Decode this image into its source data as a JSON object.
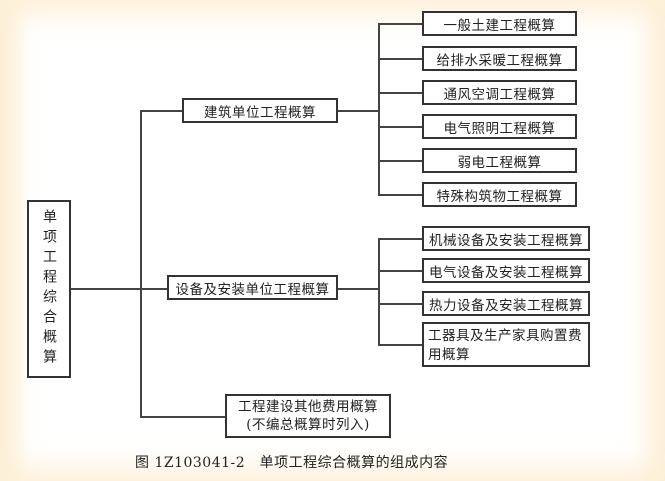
{
  "root": "单项工程综合概算",
  "level2": [
    {
      "label": "建筑单位工程概算",
      "children": [
        "一般土建工程概算",
        "给排水采暖工程概算",
        "通风空调工程概算",
        "电气照明工程概算",
        "弱电工程概算",
        "特殊构筑物工程概算"
      ]
    },
    {
      "label": "设备及安装单位工程概算",
      "children": [
        "机械设备及安装工程概算",
        "电气设备及安装工程概算",
        "热力设备及安装工程概算",
        "工器具及生产家具购置费用概算"
      ]
    },
    {
      "label_line1": "工程建设其他费用概算",
      "label_line2": "(不编总概算时列入)"
    }
  ],
  "caption": "图 1Z103041-2　单项工程综合概算的组成内容"
}
